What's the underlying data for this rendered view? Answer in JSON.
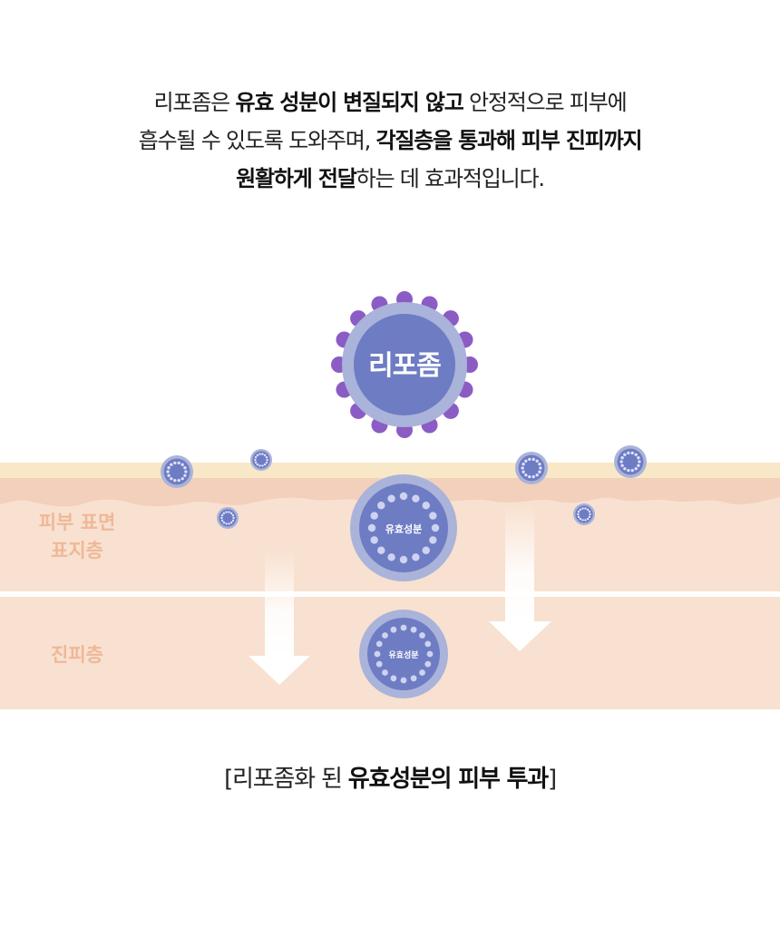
{
  "intro": {
    "line1": [
      {
        "text": "리포좀은 ",
        "bold": false
      },
      {
        "text": "유효 성분이 변질되지 않고",
        "bold": true
      },
      {
        "text": " 안정적으로 피부에",
        "bold": false
      }
    ],
    "line2": [
      {
        "text": "흡수될 수 있도록 도와주며, ",
        "bold": false
      },
      {
        "text": "각질층을 통과해 피부 진피까지",
        "bold": true
      }
    ],
    "line3": [
      {
        "text": "원활하게 전달",
        "bold": true
      },
      {
        "text": "하는 데 효과적입니다.",
        "bold": false
      }
    ]
  },
  "diagram": {
    "liposome_label": "리포좀",
    "active_label_1": "유효성분",
    "active_label_2": "유효성분",
    "layer_epidermis_line1": "피부 표면",
    "layer_epidermis_line2": "표지층",
    "layer_dermis": "진피층",
    "colors": {
      "cream": "#f8e8c8",
      "peach_dark": "#f2d0bc",
      "peach_light": "#f8e1d0",
      "layer_text": "#efb898",
      "ring": "#aab3d9",
      "core": "#6e7cc4",
      "purple_dot": "#8b5cc4"
    }
  },
  "caption": {
    "open": "[리포좀화 된 ",
    "bold": "유효성분의 피부 투과",
    "close": "]"
  }
}
